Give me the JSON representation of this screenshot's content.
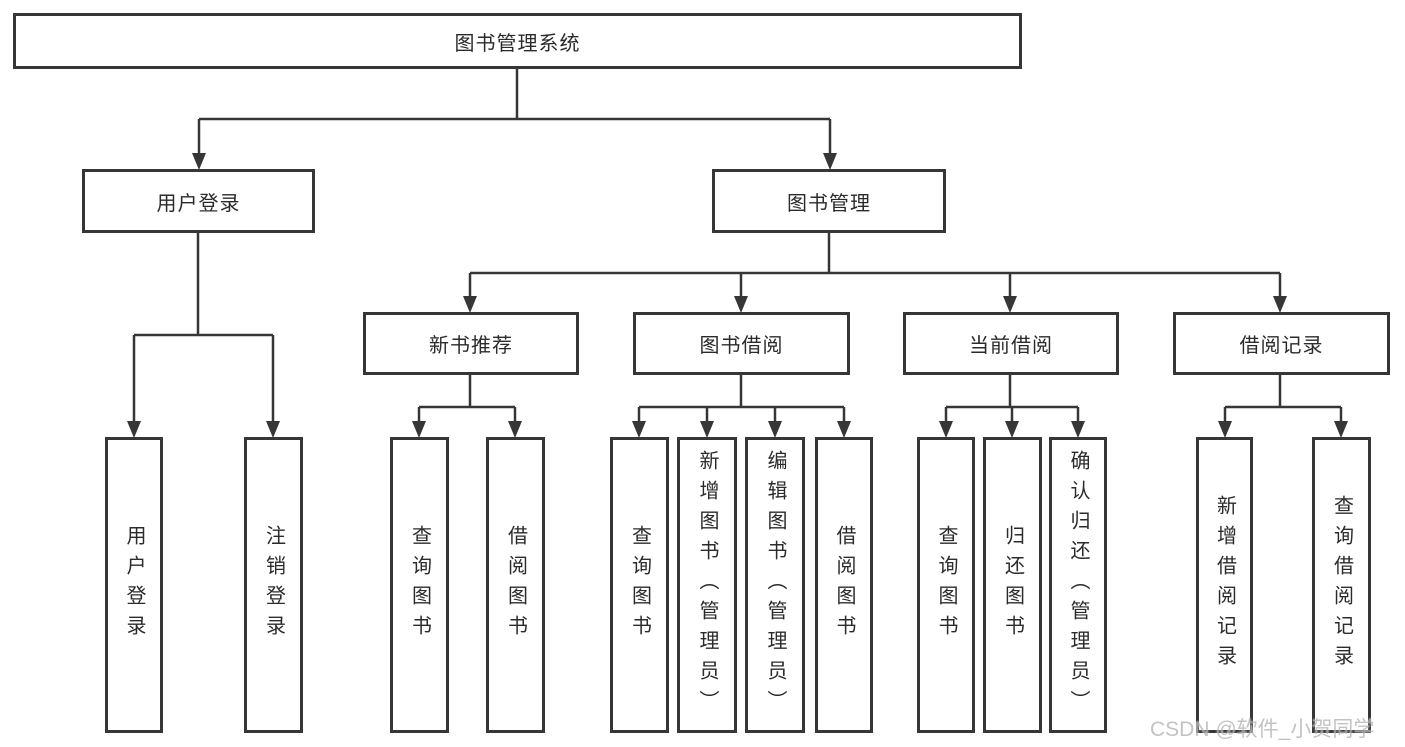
{
  "diagram": {
    "root": {
      "label": "图书管理系统"
    },
    "branches": [
      {
        "label": "用户登录",
        "children": [
          {
            "label": "用户登录"
          },
          {
            "label": "注销登录"
          }
        ]
      },
      {
        "label": "图书管理",
        "children": [
          {
            "label": "新书推荐",
            "children": [
              {
                "label": "查询图书"
              },
              {
                "label": "借阅图书"
              }
            ]
          },
          {
            "label": "图书借阅",
            "children": [
              {
                "label": "查询图书"
              },
              {
                "label": "新增图书（管理员）"
              },
              {
                "label": "编辑图书（管理员）"
              },
              {
                "label": "借阅图书"
              }
            ]
          },
          {
            "label": "当前借阅",
            "children": [
              {
                "label": "查询图书"
              },
              {
                "label": "归还图书"
              },
              {
                "label": "确认归还（管理员）"
              }
            ]
          },
          {
            "label": "借阅记录",
            "children": [
              {
                "label": "新增借阅记录"
              },
              {
                "label": "查询借阅记录"
              }
            ]
          }
        ]
      }
    ]
  },
  "watermark": {
    "text": "CSDN @软件_小贺同学"
  },
  "colors": {
    "line": "#363636",
    "box-fill": "#ffffff",
    "text": "#2b2b2b",
    "watermark": "#b5b5b5"
  }
}
